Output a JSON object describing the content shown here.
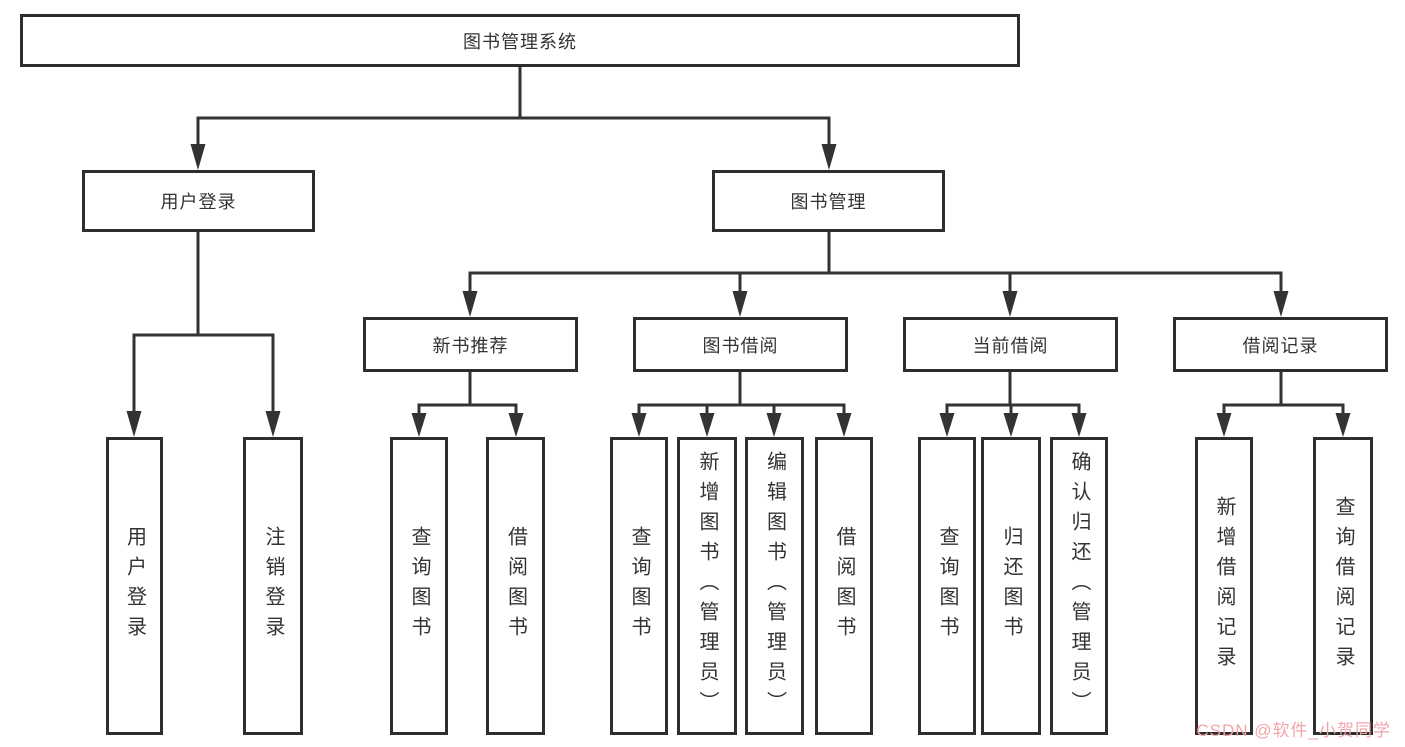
{
  "watermark": {
    "text": "CSDN @软件_小贺同学",
    "color": "#f0a6aa"
  },
  "colors": {
    "line": "#333333",
    "border": "#2e2e2e",
    "text": "#333333",
    "background": "#ffffff"
  },
  "tree": {
    "label": "图书管理系统",
    "children": [
      {
        "label": "用户登录",
        "children": [
          {
            "label": "用户登录"
          },
          {
            "label": "注销登录"
          }
        ]
      },
      {
        "label": "图书管理",
        "children": [
          {
            "label": "新书推荐",
            "children": [
              {
                "label": "查询图书"
              },
              {
                "label": "借阅图书"
              }
            ]
          },
          {
            "label": "图书借阅",
            "children": [
              {
                "label": "查询图书"
              },
              {
                "label": "新增图书（管理员）"
              },
              {
                "label": "编辑图书（管理员）"
              },
              {
                "label": "借阅图书"
              }
            ]
          },
          {
            "label": "当前借阅",
            "children": [
              {
                "label": "查询图书"
              },
              {
                "label": "归还图书"
              },
              {
                "label": "确认归还（管理员）"
              }
            ]
          },
          {
            "label": "借阅记录",
            "children": [
              {
                "label": "新增借阅记录"
              },
              {
                "label": "查询借阅记录"
              }
            ]
          }
        ]
      }
    ]
  }
}
